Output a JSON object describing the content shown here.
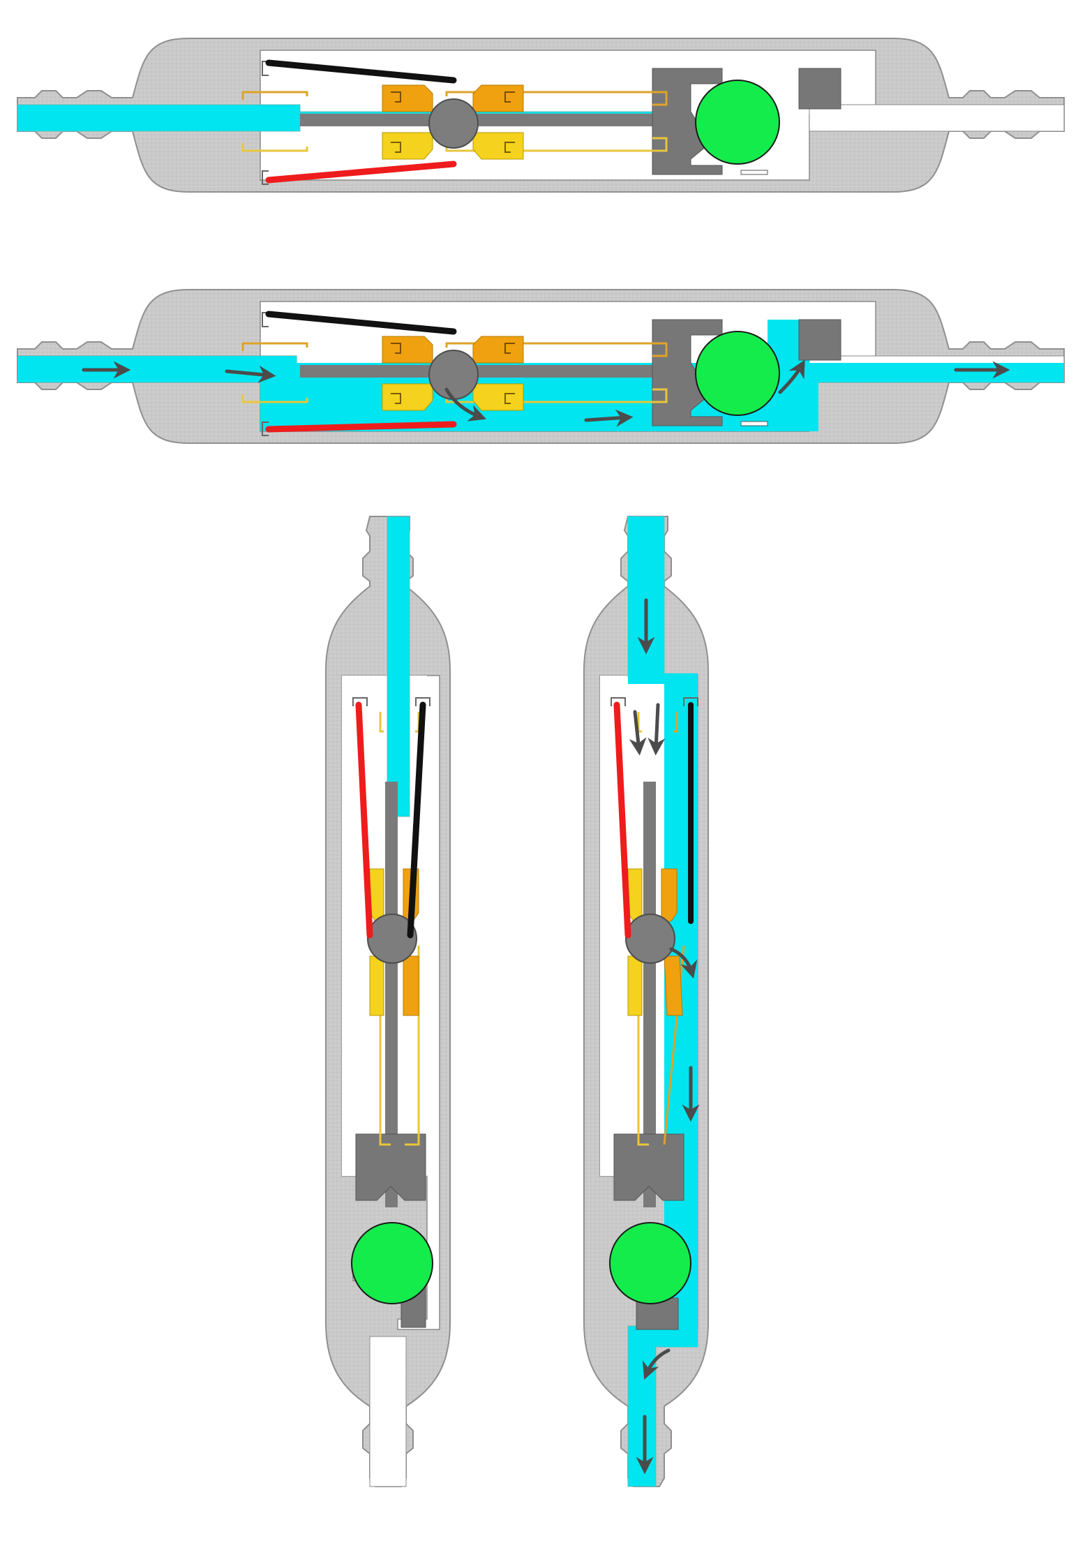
{
  "colors": {
    "background": "#ffffff",
    "housing": "#c9c9c9",
    "housing_outline": "#8c8c8c",
    "chamber": "#ffffff",
    "water": "#00e5ef",
    "pivot_gray": "#7d7d7d",
    "valve_ball": "#14ec4b",
    "seal_orange": "#f0a10f",
    "seal_yellow": "#f4d21d",
    "wire_orange": "#e0a227",
    "wire_yellow": "#e9c63b",
    "contact_black": "#111111",
    "contact_red": "#ee1c1c",
    "flow_arrow": "#555555"
  },
  "diagram": {
    "views": [
      {
        "id": "horizontal-closed",
        "orientation": "horizontal",
        "flowing": false
      },
      {
        "id": "horizontal-flowing",
        "orientation": "horizontal",
        "flowing": true
      },
      {
        "id": "vertical-closed",
        "orientation": "vertical",
        "flowing": false
      },
      {
        "id": "vertical-flowing",
        "orientation": "vertical",
        "flowing": true
      }
    ]
  }
}
